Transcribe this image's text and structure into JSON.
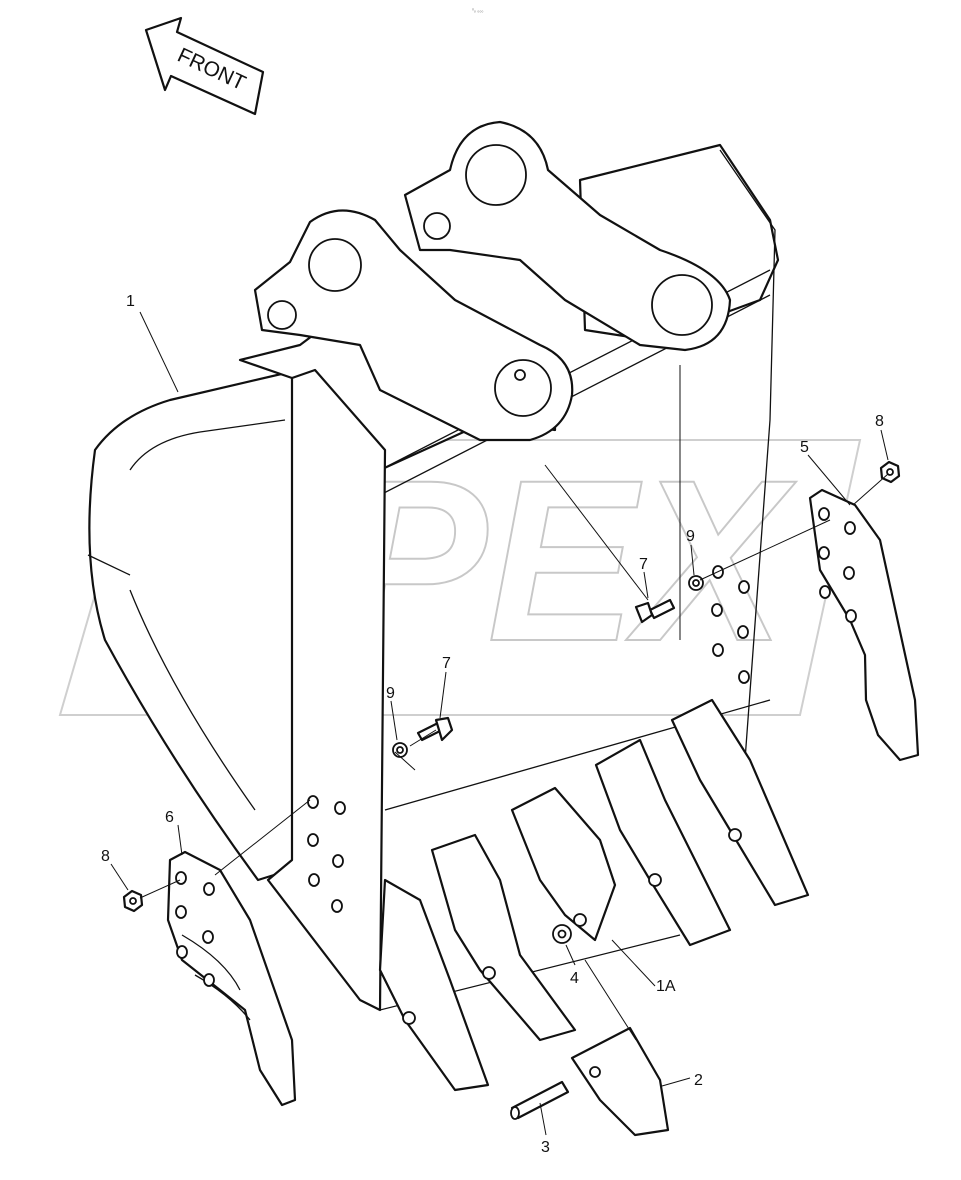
{
  "corner_mark": "⁰ₒ ₀₀₀",
  "arrow": {
    "label": "FRONT"
  },
  "watermark": {
    "text": "OPEX"
  },
  "callouts": [
    "1",
    "1A",
    "2",
    "3",
    "4",
    "5",
    "6",
    "7",
    "7",
    "8",
    "8",
    "9",
    "9"
  ]
}
